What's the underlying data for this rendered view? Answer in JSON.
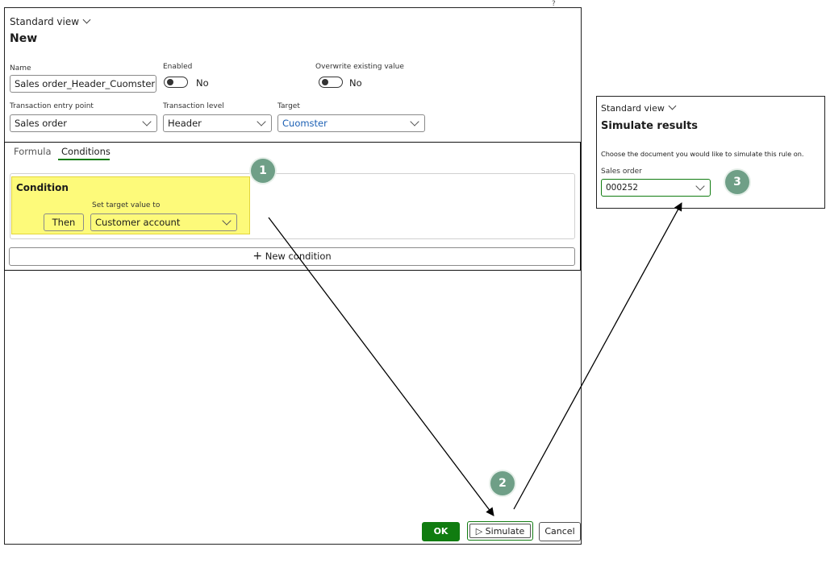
{
  "main": {
    "view_label": "Standard view",
    "title": "New",
    "fields": {
      "name_label": "Name",
      "name_value": "Sales order_Header_Cuomster",
      "enabled_label": "Enabled",
      "enabled_value": "No",
      "overwrite_label": "Overwrite existing value",
      "overwrite_value": "No",
      "entry_point_label": "Transaction entry point",
      "entry_point_value": "Sales order",
      "level_label": "Transaction level",
      "level_value": "Header",
      "target_label": "Target",
      "target_value": "Cuomster"
    },
    "tabs": [
      {
        "label": "Formula"
      },
      {
        "label": "Conditions"
      }
    ],
    "condition": {
      "heading": "Condition",
      "set_target_label": "Set target value to",
      "then_label": "Then",
      "target_value": "Customer account"
    },
    "new_condition_label": "New condition",
    "buttons": {
      "ok": "OK",
      "simulate": "Simulate",
      "cancel": "Cancel"
    }
  },
  "simulate_panel": {
    "view_label": "Standard view",
    "title": "Simulate results",
    "description": "Choose the document you would like to simulate this rule on.",
    "sales_order_label": "Sales order",
    "sales_order_value": "000252"
  },
  "callouts": {
    "one": "1",
    "two": "2",
    "three": "3"
  },
  "colors": {
    "highlight": "#fdfa7a",
    "badge": "#6f9f87",
    "ok_button": "#107c10",
    "target_link": "#1a5fb4"
  }
}
